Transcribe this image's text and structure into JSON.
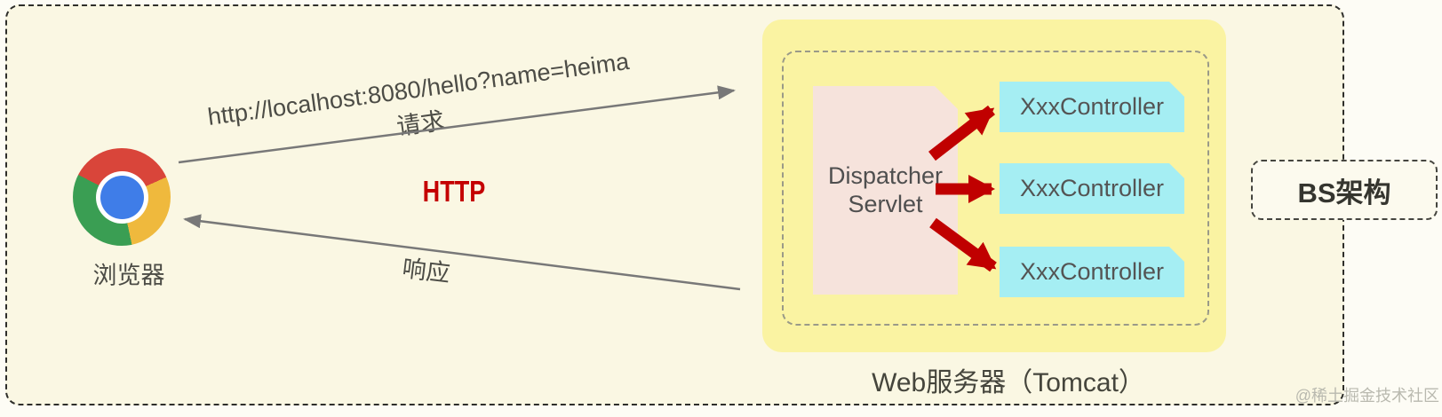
{
  "browser": {
    "label": "浏览器",
    "icon": "chrome-browser-icon"
  },
  "request": {
    "url": "http://localhost:8080/hello?name=heima",
    "label": "请求"
  },
  "response": {
    "label": "响应"
  },
  "protocol": {
    "label": "HTTP"
  },
  "server": {
    "caption": "Web服务器（Tomcat）",
    "dispatcher": {
      "line1": "Dispatcher",
      "line2": "Servlet"
    },
    "controllers": [
      {
        "label": "XxxController"
      },
      {
        "label": "XxxController"
      },
      {
        "label": "XxxController"
      }
    ]
  },
  "architecture": {
    "label": "BS架构"
  },
  "watermark": "@稀土掘金技术社区",
  "colors": {
    "http_red": "#C40000",
    "dispatch_arrow_red": "#C00000",
    "line_gray": "#787878",
    "server_bg": "#FAF3A2",
    "dispatcher_bg": "#F6E3DC",
    "controller_bg": "#A5EEF3",
    "canvas_bg": "#FAF7E3",
    "chrome_red": "#D9453A",
    "chrome_yellow": "#EFB93D",
    "chrome_green": "#3A9E53",
    "chrome_blue": "#3F7DE8"
  }
}
